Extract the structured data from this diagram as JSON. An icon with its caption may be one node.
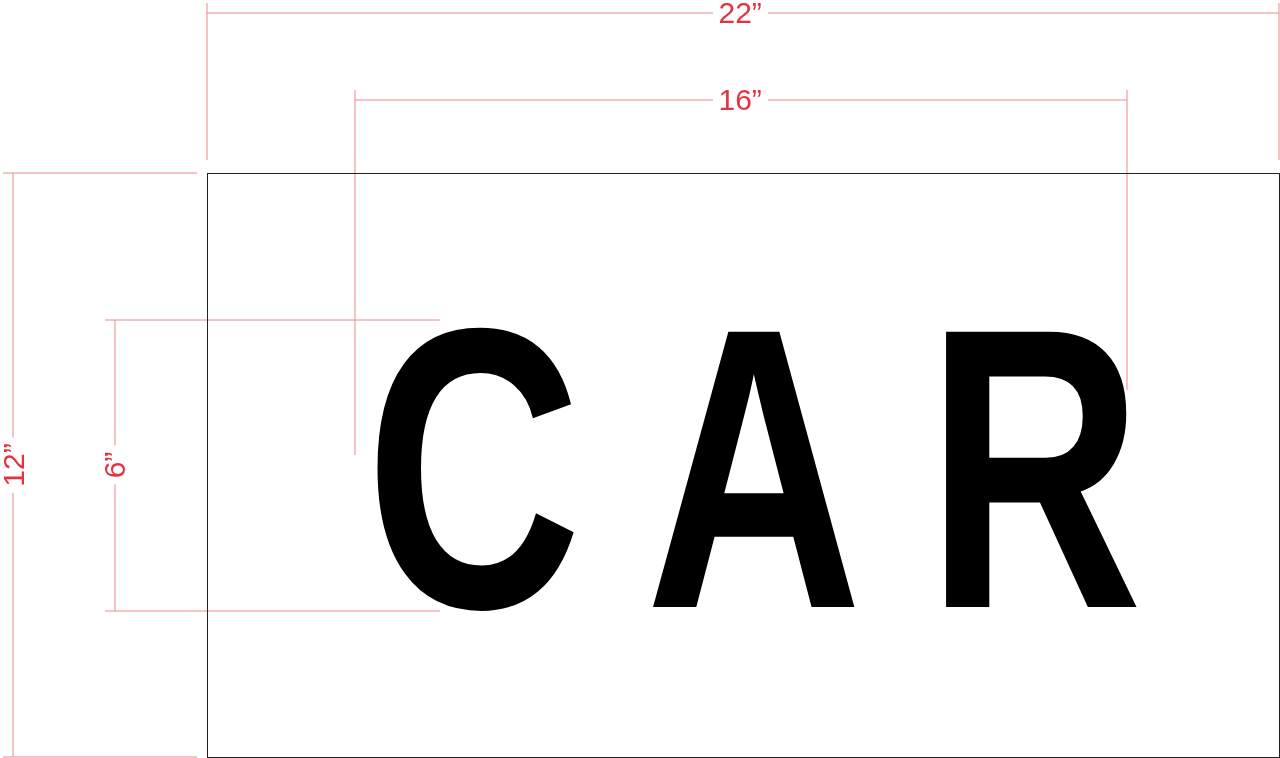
{
  "diagram": {
    "nodes": [
      {
        "text": [
          "CAR"
        ]
      }
    ],
    "labels": [
      "22”",
      "16”",
      "12”",
      "6”"
    ]
  }
}
